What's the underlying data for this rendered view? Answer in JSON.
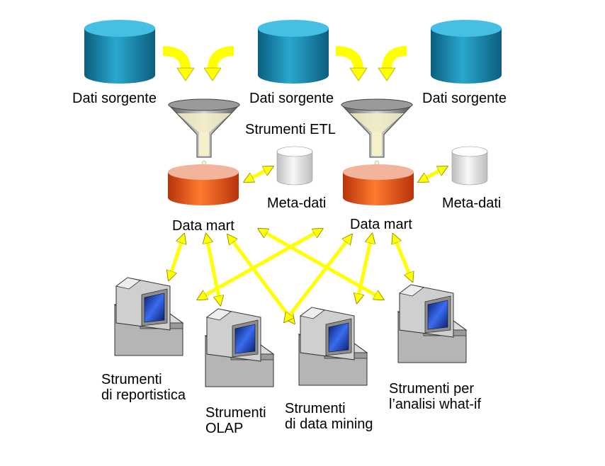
{
  "sources": {
    "label_left": "Dati sorgente",
    "label_center": "Dati sorgente",
    "label_right": "Dati sorgente"
  },
  "etl": {
    "label": "Strumenti ETL"
  },
  "data_marts": {
    "left_label": "Data mart",
    "right_label": "Data mart"
  },
  "metadata": {
    "left_label": "Meta-dati",
    "right_label": "Meta-dati"
  },
  "tools": {
    "reporting": {
      "line1": "Strumenti",
      "line2": "di reportistica"
    },
    "olap": {
      "line1": "Strumenti",
      "line2": "OLAP"
    },
    "data_mining": {
      "line1": "Strumenti",
      "line2": "di data mining"
    },
    "what_if": {
      "line1": "Strumenti per",
      "line2": "l’analisi what-if"
    }
  },
  "colors": {
    "source_db": "#1a8fb3",
    "data_mart": "#e0561a",
    "metadata_db": "#e6e6e6",
    "arrows": "#ffff00",
    "monitor_screen": "#1e3fa8",
    "computer": "#c8c8c8"
  }
}
